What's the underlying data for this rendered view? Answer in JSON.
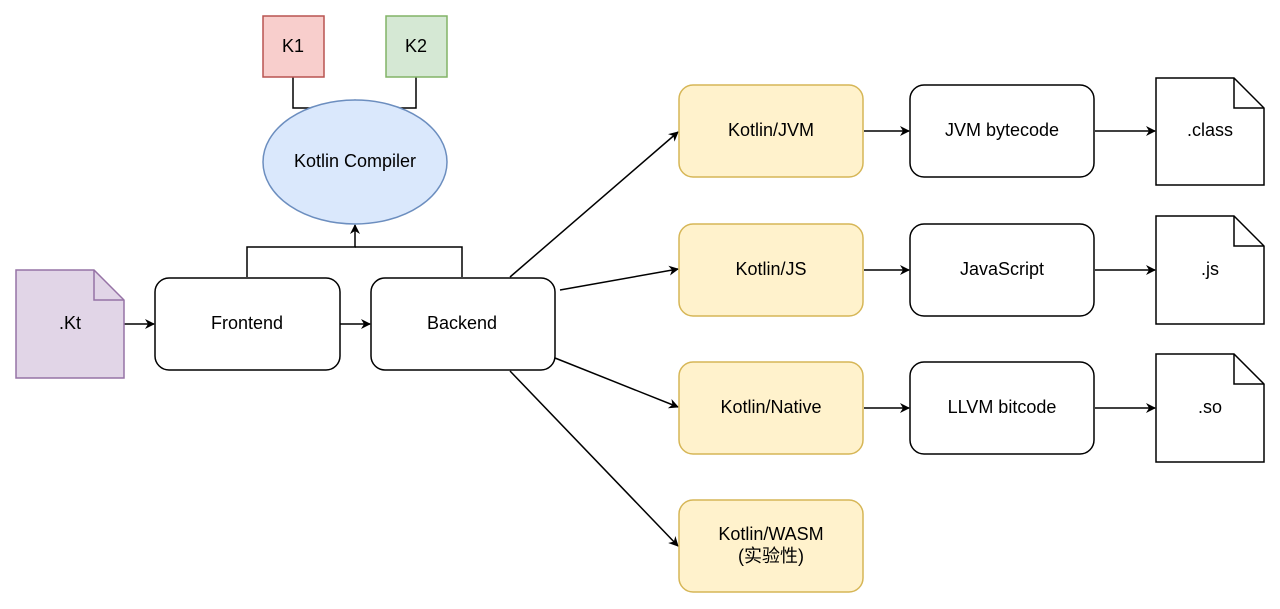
{
  "nodes": {
    "kt_file": {
      "label": ".Kt"
    },
    "frontend": {
      "label": "Frontend"
    },
    "backend": {
      "label": "Backend"
    },
    "compiler": {
      "label": "Kotlin Compiler"
    },
    "k1": {
      "label": "K1"
    },
    "k2": {
      "label": "K2"
    },
    "kotlin_jvm": {
      "label": "Kotlin/JVM"
    },
    "kotlin_js": {
      "label": "Kotlin/JS"
    },
    "kotlin_native": {
      "label": "Kotlin/Native"
    },
    "kotlin_wasm": {
      "label_line1": "Kotlin/WASM",
      "label_line2": "(实验性)"
    },
    "jvm_bytecode": {
      "label": "JVM bytecode"
    },
    "javascript": {
      "label": "JavaScript"
    },
    "llvm_bitcode": {
      "label": "LLVM bitcode"
    },
    "class_file": {
      "label": ".class"
    },
    "js_file": {
      "label": ".js"
    },
    "so_file": {
      "label": ".so"
    }
  },
  "colors": {
    "kt_fill": "#e1d5e7",
    "kt_stroke": "#9673a6",
    "k1_fill": "#f8cecc",
    "k1_stroke": "#b85450",
    "k2_fill": "#d5e8d4",
    "k2_stroke": "#82b366",
    "compiler_fill": "#dae8fc",
    "compiler_stroke": "#6c8ebf",
    "target_fill": "#fff2cc",
    "target_stroke": "#d6b656",
    "default_fill": "#ffffff",
    "default_stroke": "#000000"
  }
}
